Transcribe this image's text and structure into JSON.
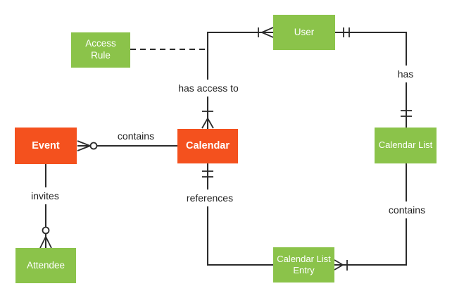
{
  "entities": {
    "event": {
      "label": "Event"
    },
    "calendar": {
      "label": "Calendar"
    },
    "access_rule": {
      "label": "Access Rule"
    },
    "user": {
      "label": "User"
    },
    "calendar_list": {
      "label": "Calendar List"
    },
    "attendee": {
      "label": "Attendee"
    },
    "calendar_list_entry": {
      "label": "Calendar List Entry"
    }
  },
  "relationships": {
    "event_contains_calendar": {
      "label": "contains",
      "from": "Event",
      "to": "Calendar",
      "from_cardinality": "zero-or-many",
      "to_cardinality": "plain"
    },
    "user_has_access_to_calendar": {
      "label": "has access to",
      "from": "User",
      "to": "Calendar",
      "from_cardinality": "one-or-many",
      "to_cardinality": "one-or-many"
    },
    "access_rule_annotation": {
      "label": "",
      "from": "Access Rule",
      "to": "has access to relationship",
      "style": "dashed"
    },
    "user_has_calendar_list": {
      "label": "has",
      "from": "User",
      "to": "Calendar List",
      "from_cardinality": "exactly-one",
      "to_cardinality": "exactly-one"
    },
    "event_invites_attendee": {
      "label": "invites",
      "from": "Event",
      "to": "Attendee",
      "from_cardinality": "plain",
      "to_cardinality": "zero-or-many"
    },
    "calendar_references_entry": {
      "label": "references",
      "from": "Calendar",
      "to": "Calendar List Entry",
      "from_cardinality": "exactly-one",
      "to_cardinality": "plain"
    },
    "list_contains_entry": {
      "label": "contains",
      "from": "Calendar List",
      "to": "Calendar List Entry",
      "from_cardinality": "plain",
      "to_cardinality": "one-or-many"
    }
  },
  "colors": {
    "primary_entity": "#F4511E",
    "secondary_entity": "#8BC34A",
    "line": "#2b2b2b",
    "label_text": "#1f1f1f",
    "entity_text": "#ffffff",
    "background": "#ffffff"
  }
}
